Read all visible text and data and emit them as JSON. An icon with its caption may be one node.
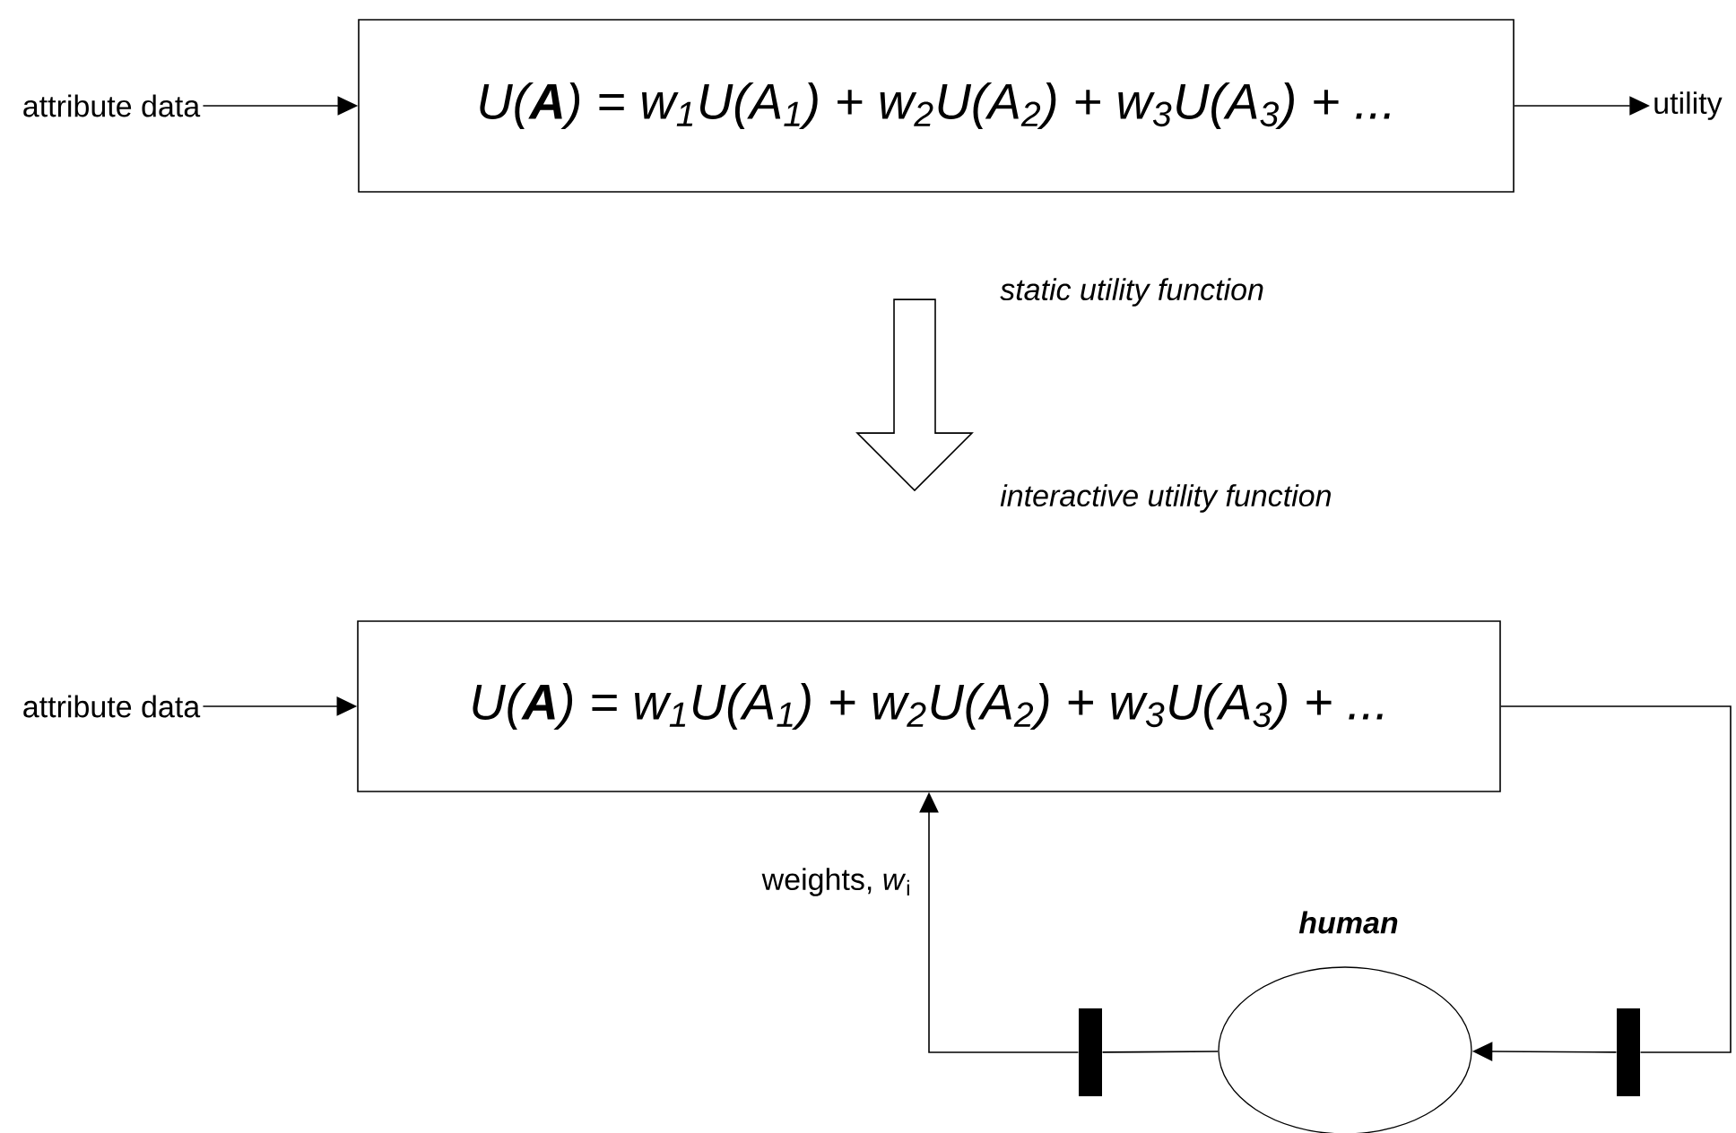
{
  "diagram": {
    "nodes": [
      {
        "text": [
          "attribute data"
        ]
      },
      {
        "text": [
          "U(**A**) = w$_{1}$U(A$_{1}$) + w$_{2}$U(A$_{2}$) + w$_{3}$U(A$_{3}$) + ..."
        ]
      },
      {
        "text": [
          "utility"
        ]
      },
      {
        "text": [
          "attribute data"
        ]
      },
      {
        "text": [
          "U(**A**) = w$_{1}$U(A$_{1}$) + w$_{2}$U(A$_{2}$) + w$_{3}$U(A$_{3}$) + ..."
        ]
      },
      {
        "text": [
          "human"
        ]
      },
      {
        "text": [],
        "shape": "bar"
      },
      {
        "text": [],
        "shape": "bar"
      }
    ],
    "edges": [
      {
        "from": 0,
        "to": 1,
        "arrow": "to"
      },
      {
        "from": 1,
        "to": 2,
        "arrow": "to"
      },
      {
        "from": 1,
        "to": 4,
        "arrow": "to"
      },
      {
        "from": 3,
        "to": 4,
        "arrow": "to"
      },
      {
        "from": 4,
        "to": 7,
        "arrow": "none"
      },
      {
        "from": 7,
        "to": 5,
        "arrow": "to"
      },
      {
        "from": 5,
        "to": 6,
        "arrow": "none"
      },
      {
        "from": 6,
        "to": 4,
        "arrow": "to",
        "label": "weights, *w*$_{i}$"
      }
    ],
    "labels": [
      "static utility function",
      "interactive utility function"
    ]
  }
}
